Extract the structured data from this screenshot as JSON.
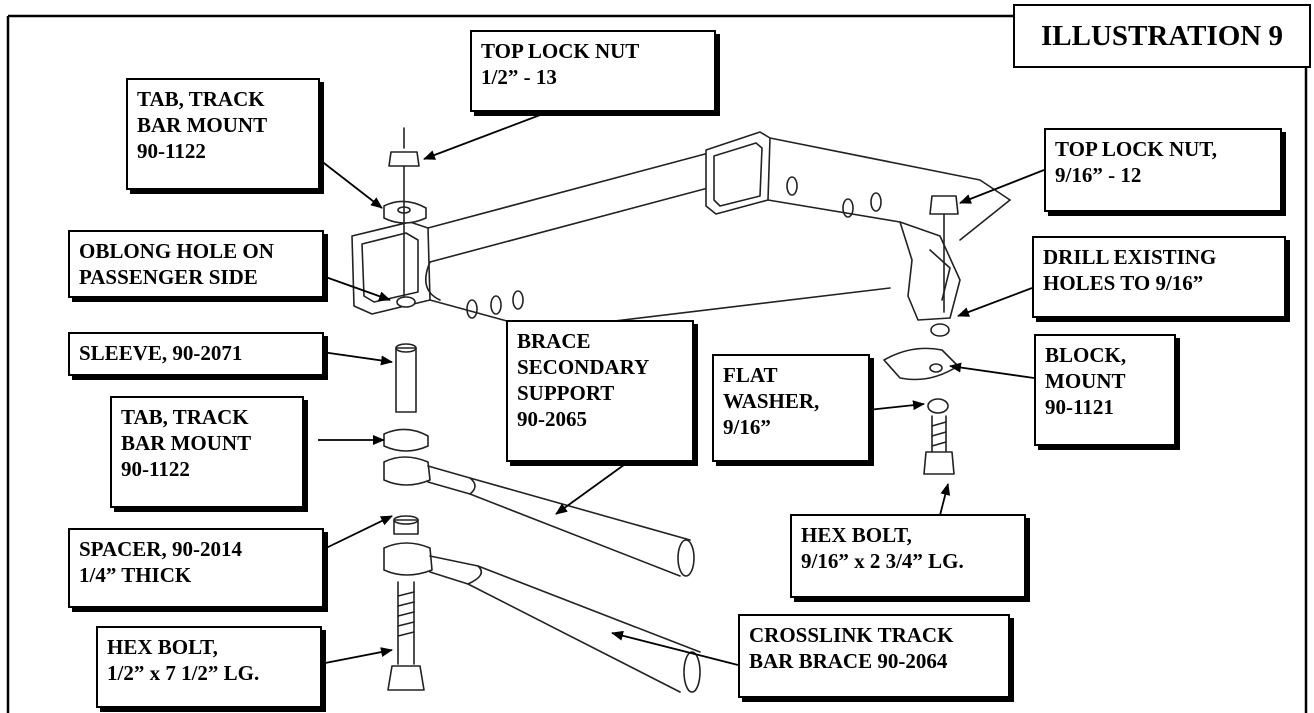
{
  "title": "ILLUSTRATION 9",
  "labels": {
    "top_lock_nut_half": "TOP LOCK NUT\n1/2” - 13",
    "tab_track_bar_mount_top": "TAB, TRACK\nBAR MOUNT\n90-1122",
    "oblong_hole": "OBLONG HOLE ON\nPASSENGER SIDE",
    "sleeve": "SLEEVE, 90-2071",
    "brace_secondary_support": "BRACE\nSECONDARY\nSUPPORT\n90-2065",
    "tab_track_bar_mount_bottom": "TAB, TRACK\nBAR MOUNT\n90-1122",
    "spacer": "SPACER, 90-2014\n1/4” THICK",
    "hex_bolt_half": "HEX BOLT,\n1/2” x 7 1/2” LG.",
    "top_lock_nut_9_16": "TOP LOCK NUT,\n9/16” - 12",
    "drill_existing_holes": "DRILL EXISTING\nHOLES TO 9/16”",
    "block_mount": "BLOCK,\nMOUNT\n90-1121",
    "flat_washer": "FLAT\nWASHER,\n9/16”",
    "hex_bolt_9_16": "HEX BOLT,\n9/16” x 2 3/4” LG.",
    "crosslink_track_bar_brace": "CROSSLINK TRACK\nBAR BRACE 90-2064"
  }
}
